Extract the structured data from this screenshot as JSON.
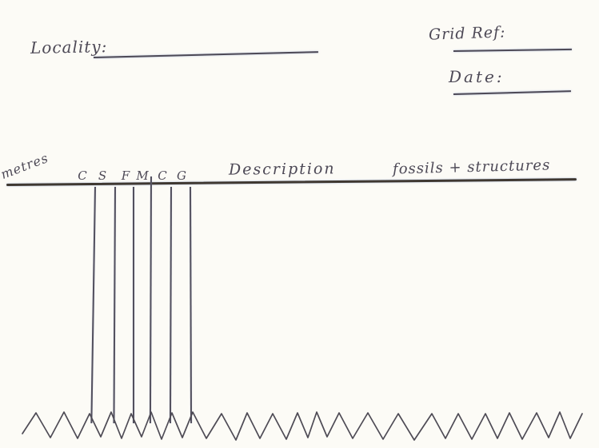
{
  "colors": {
    "paper": "#fcfbf6",
    "handwriting_ink": "#4d4956",
    "header_rule_ink": "#3f3831",
    "scan_halo": "#7d96c8"
  },
  "form_fields": {
    "locality": {
      "label": "Locality:",
      "value": ""
    },
    "grid_ref": {
      "label": "Grid Ref:",
      "value": ""
    },
    "date": {
      "label": "Date:",
      "value": ""
    }
  },
  "log_header": {
    "depth_axis_label": "metres",
    "grain_size_scale": [
      "C",
      "S",
      "F",
      "M",
      "C",
      "G"
    ],
    "description_label": "Description",
    "fossils_structures_label": "fossils + structures"
  }
}
